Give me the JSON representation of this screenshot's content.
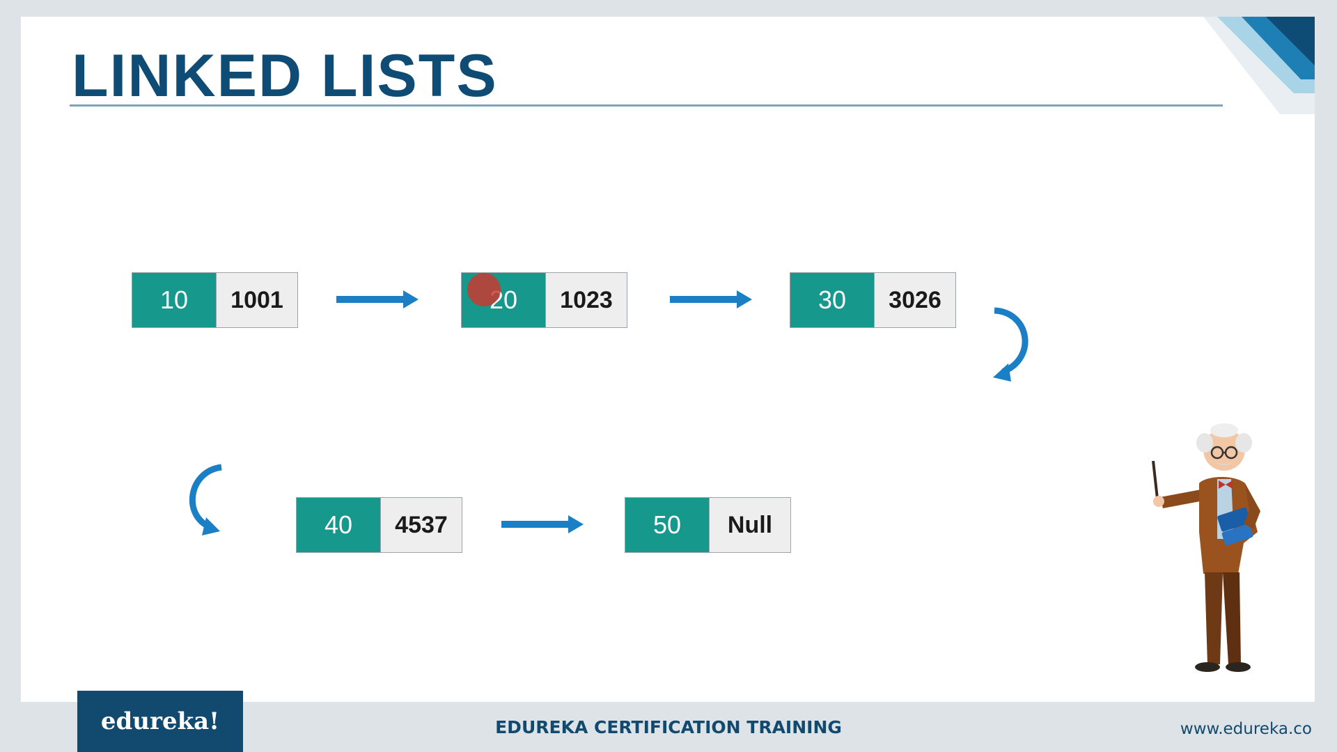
{
  "slide": {
    "title": "LINKED LISTS"
  },
  "nodes": [
    {
      "value": "10",
      "next": "1001"
    },
    {
      "value": "20",
      "next": "1023"
    },
    {
      "value": "30",
      "next": "3026"
    },
    {
      "value": "40",
      "next": "4537"
    },
    {
      "value": "50",
      "next": "Null"
    }
  ],
  "footer": {
    "logo": "edureka!",
    "title": "EDUREKA CERTIFICATION TRAINING",
    "url": "www.edureka.co"
  },
  "colors": {
    "title": "#0f4c75",
    "node_data_bg": "#16988c",
    "node_next_bg": "#eeeeee",
    "arrow": "#1a7fc4",
    "footer_brand": "#124a6f"
  },
  "icons": {
    "arrow": "arrow-right-icon",
    "curve_down": "curved-arrow-down-icon",
    "curve_left": "curved-arrow-left-icon",
    "presenter": "professor-illustration"
  }
}
